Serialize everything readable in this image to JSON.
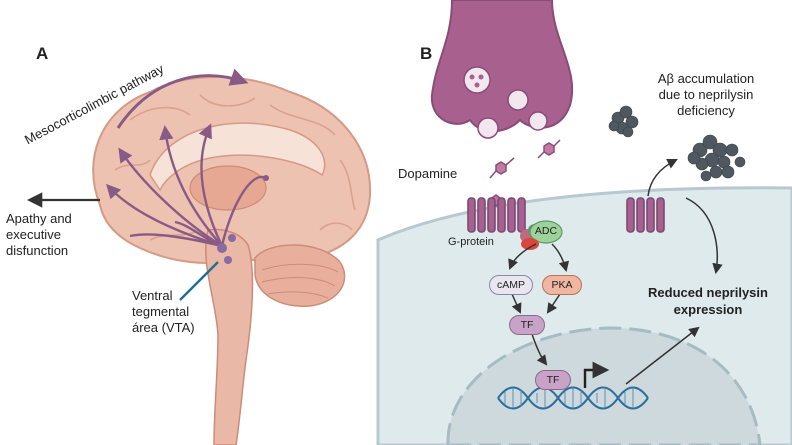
{
  "panel_a": {
    "label": "A",
    "pathway_label": "Mesocorticolimbic pathway",
    "symptom_label": [
      "Apathy and",
      "executive",
      "disfunction"
    ],
    "vta_label": [
      "Ventral",
      "tegmental",
      "área (VTA)"
    ]
  },
  "panel_b": {
    "label": "B",
    "dopamine_label": "Dopamine",
    "gprotein_label": "G-protein",
    "adc_label": "ADC",
    "camp_label": "cAMP",
    "pka_label": "PKA",
    "tf_label": "TF",
    "tf_nucleus_label": "TF",
    "abeta_label": [
      "Aβ accumulation",
      "due to neprilysin",
      "deficiency"
    ],
    "outcome_label": [
      "Reduced neprilysin",
      "expression"
    ]
  },
  "colors": {
    "pathway_purple": "#8a5a86",
    "brain_pink": "#eec2b0",
    "brain_dark": "#d49a86",
    "vesicle_purple": "#a8608f",
    "cell_blue": "#dfeaec",
    "nucleus_blue": "#cdd9dd",
    "camp_fill": "#e9e6f0",
    "pka_fill": "#efb6a1",
    "tf_fill": "#c9a3c7",
    "dna_blue": "#2c6f9a",
    "abeta_gray": "#4f5860"
  }
}
